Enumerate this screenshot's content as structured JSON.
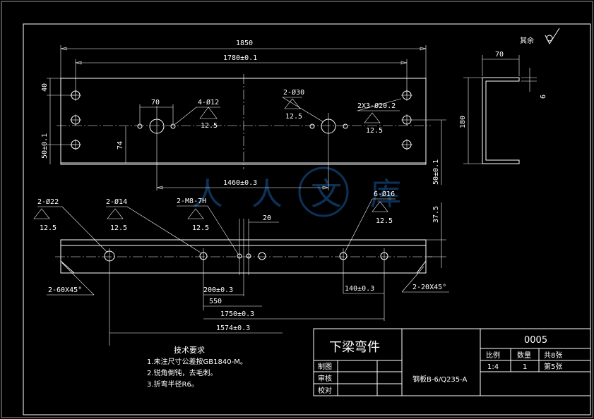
{
  "surface": {
    "roughness_note": "其余",
    "roughness_symbol": "roughness-circle"
  },
  "top_view": {
    "overall_length": "1850",
    "hole_span": "1780±0.1",
    "dim_left_40": "40",
    "dim_left_50": "50±0.1",
    "dim_74": "74",
    "dim_70": "70",
    "note_4_12": "4-Ø12",
    "rough_12_5_a": "12.5",
    "note_2_30": "2-Ø30",
    "rough_12_5_b": "12.5",
    "note_2x3": "2X3-Ø20.2",
    "rough_12_5_c": "12.5",
    "dim_1460": "1460±0.3",
    "dim_right_50": "50±0.1"
  },
  "side_view": {
    "width_70": "70",
    "height_180": "180",
    "thickness_6": "6"
  },
  "front_view": {
    "note_2_22": "2-Ø22",
    "rough_a": "12.5",
    "note_2_14": "2-Ø14",
    "rough_b": "12.5",
    "note_m8": "2-M8-7H",
    "rough_c": "12.5",
    "note_6_16": "6-Ø16",
    "rough_d": "12.5",
    "dim_20": "20",
    "dim_37_5": "37.5",
    "chamfer_left": "2-60X45°",
    "chamfer_right": "2-20X45°",
    "dim_200": "200±0.3",
    "dim_140": "140±0.3",
    "dim_550": "550",
    "dim_1750": "1750±0.3",
    "dim_1574": "1574±0.3"
  },
  "tech_requirements": {
    "heading": "技术要求",
    "items": [
      "1.未注尺寸公差按GB1840-M。",
      "2.锐角倒钝，去毛刺。",
      "3.折弯半径R6。"
    ]
  },
  "title_block": {
    "part_name": "下梁弯件",
    "drawing_no": "0005",
    "scale_label": "比例",
    "qty_label": "数量",
    "sheets_label": "共8张",
    "scale_value": "1:4",
    "qty_value": "1",
    "sheet_value": "第5张",
    "material": "钢板B-6/Q235-A",
    "drawn_label": "制图",
    "checked_label": "审核",
    "proof_label": "校对"
  },
  "watermark": {
    "text": "人人文库"
  }
}
